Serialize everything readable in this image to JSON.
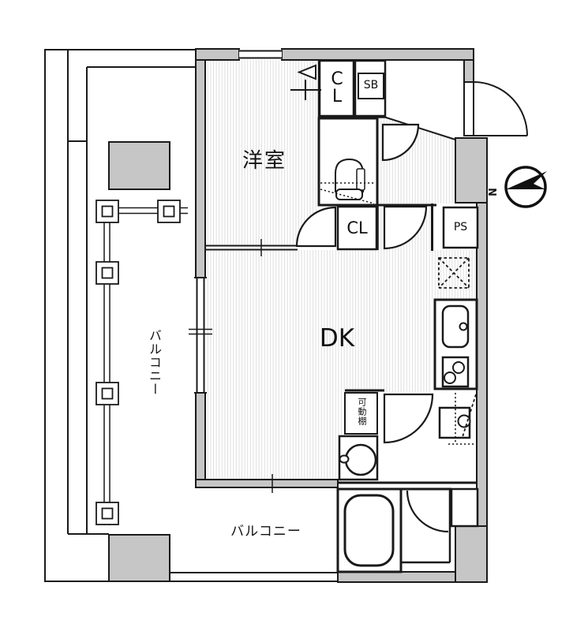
{
  "document": {
    "type": "apartment-floor-plan"
  },
  "labels": {
    "room_west": "洋室",
    "dining_kitchen": "DK",
    "balcony_left": "バルコニー",
    "balcony_bottom": "バルコニー",
    "closet_top_line1": "C",
    "closet_top_line2": "L",
    "shoe_box": "SB",
    "closet_hall": "CL",
    "pipe_space": "PS",
    "movable_shelf": "可動棚",
    "north": "N"
  },
  "colors": {
    "wall_fill": "#c6c6c6",
    "line": "#1a1a1a",
    "hatch": "#dfdfdf",
    "bg": "#ffffff"
  }
}
